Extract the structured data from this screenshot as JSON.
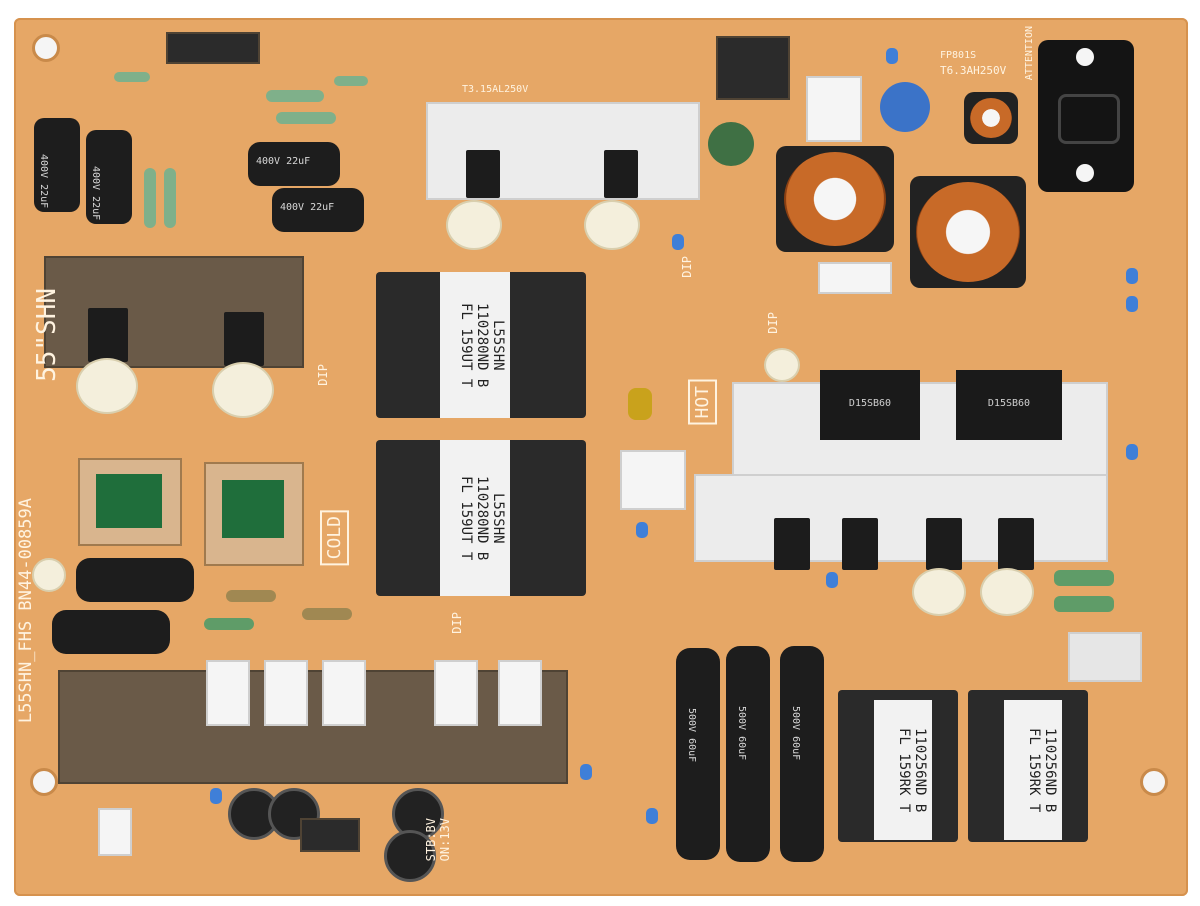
{
  "board": {
    "model_vertical": "L55SHN_FHS BN44-00859A",
    "size_label": "55\"SHN",
    "cold_label": "COLD",
    "hot_label": "HOT",
    "dip_label": "DIP",
    "on_label": "ON:13V",
    "stby_label": "STB:BV",
    "attention_label": "ATTENTION",
    "fuse_label": "T6.3AH250V",
    "fuse_ref": "FP801S",
    "fuse2_label": "T3.15AL250V"
  },
  "transformers": [
    {
      "line1": "L55SHN",
      "line2": "110280ND B",
      "line3": "FL 159UT T"
    },
    {
      "line1": "L55SHN",
      "line2": "110280ND B",
      "line3": "FL 159UT T"
    },
    {
      "line1": "110256ND B",
      "line2": "FL 159RK T"
    },
    {
      "line1": "110256ND B",
      "line2": "FL 159RK T"
    }
  ],
  "bridges": [
    {
      "label": "D15SB60"
    },
    {
      "label": "D15SB60"
    }
  ],
  "capacitors_left": [
    {
      "label": "400V 22uF"
    },
    {
      "label": "400V 22uF"
    }
  ],
  "capacitors_bottom": [
    {
      "label": "500V 60uF"
    },
    {
      "label": "500V 60uF"
    },
    {
      "label": "500V 60uF"
    }
  ],
  "capacitors_mid": [
    {
      "label": "400V 22uF"
    },
    {
      "label": "400V 22uF"
    }
  ],
  "colors": {
    "board": "#e6a766",
    "silk": "#fff3e0",
    "heatsink": "#ececec",
    "cap_blue": "#3f7fd8"
  }
}
